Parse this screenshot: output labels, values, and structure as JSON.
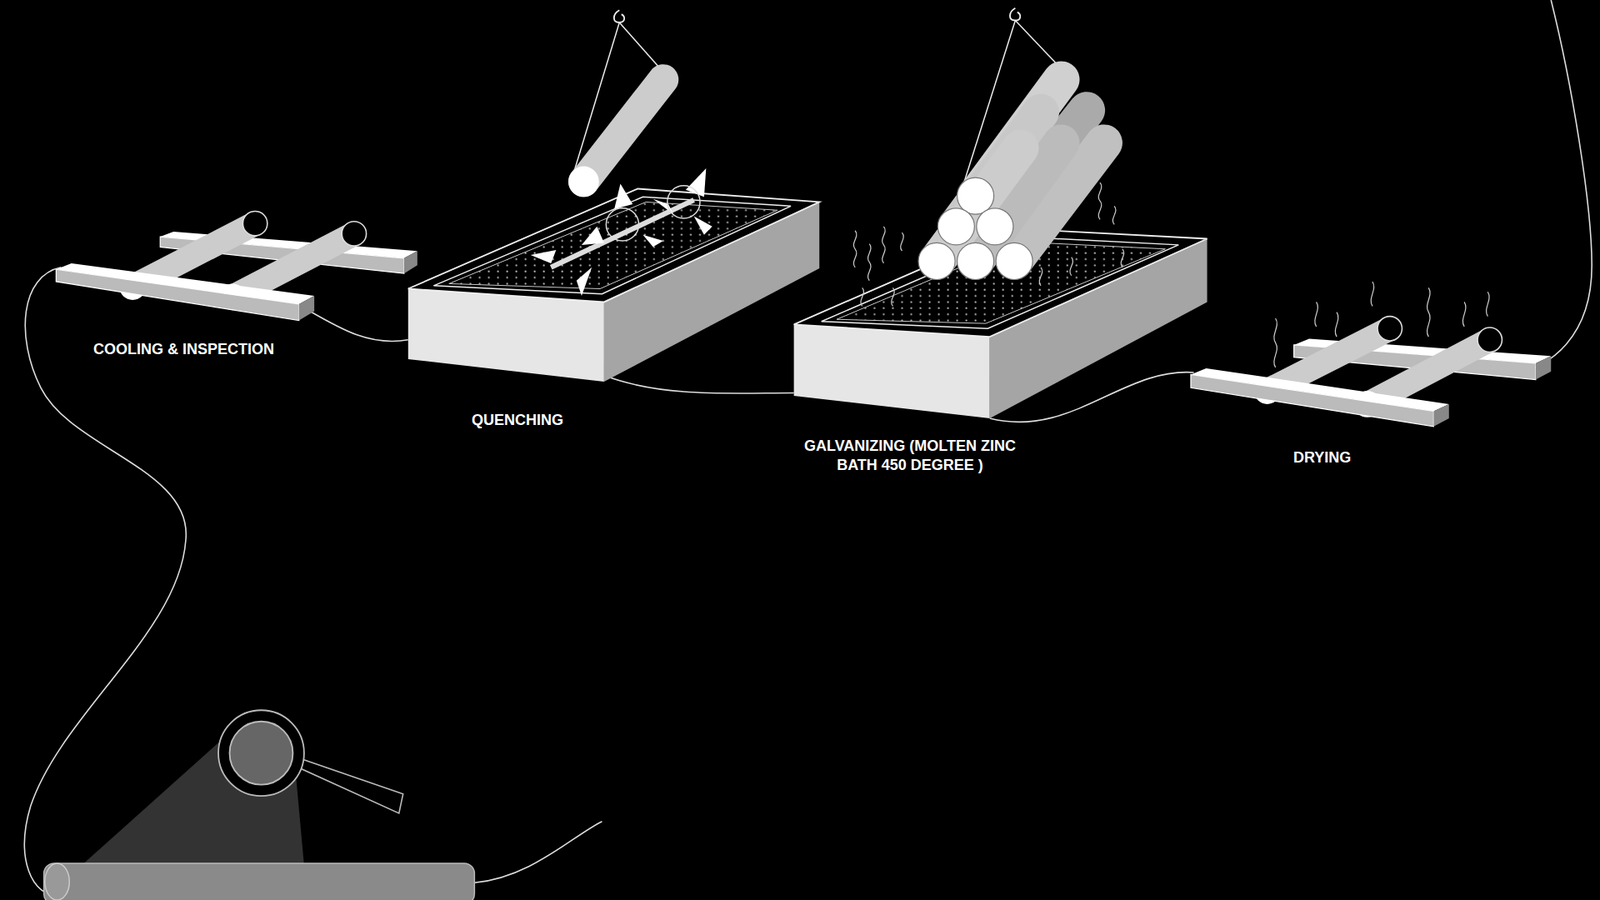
{
  "diagram": {
    "labels": [
      "COOLING & INSPECTION",
      "QUENCHING",
      "GALVANIZING (MOLTEN ZINC BATH 450 DEGREE )",
      "DRYING"
    ]
  }
}
